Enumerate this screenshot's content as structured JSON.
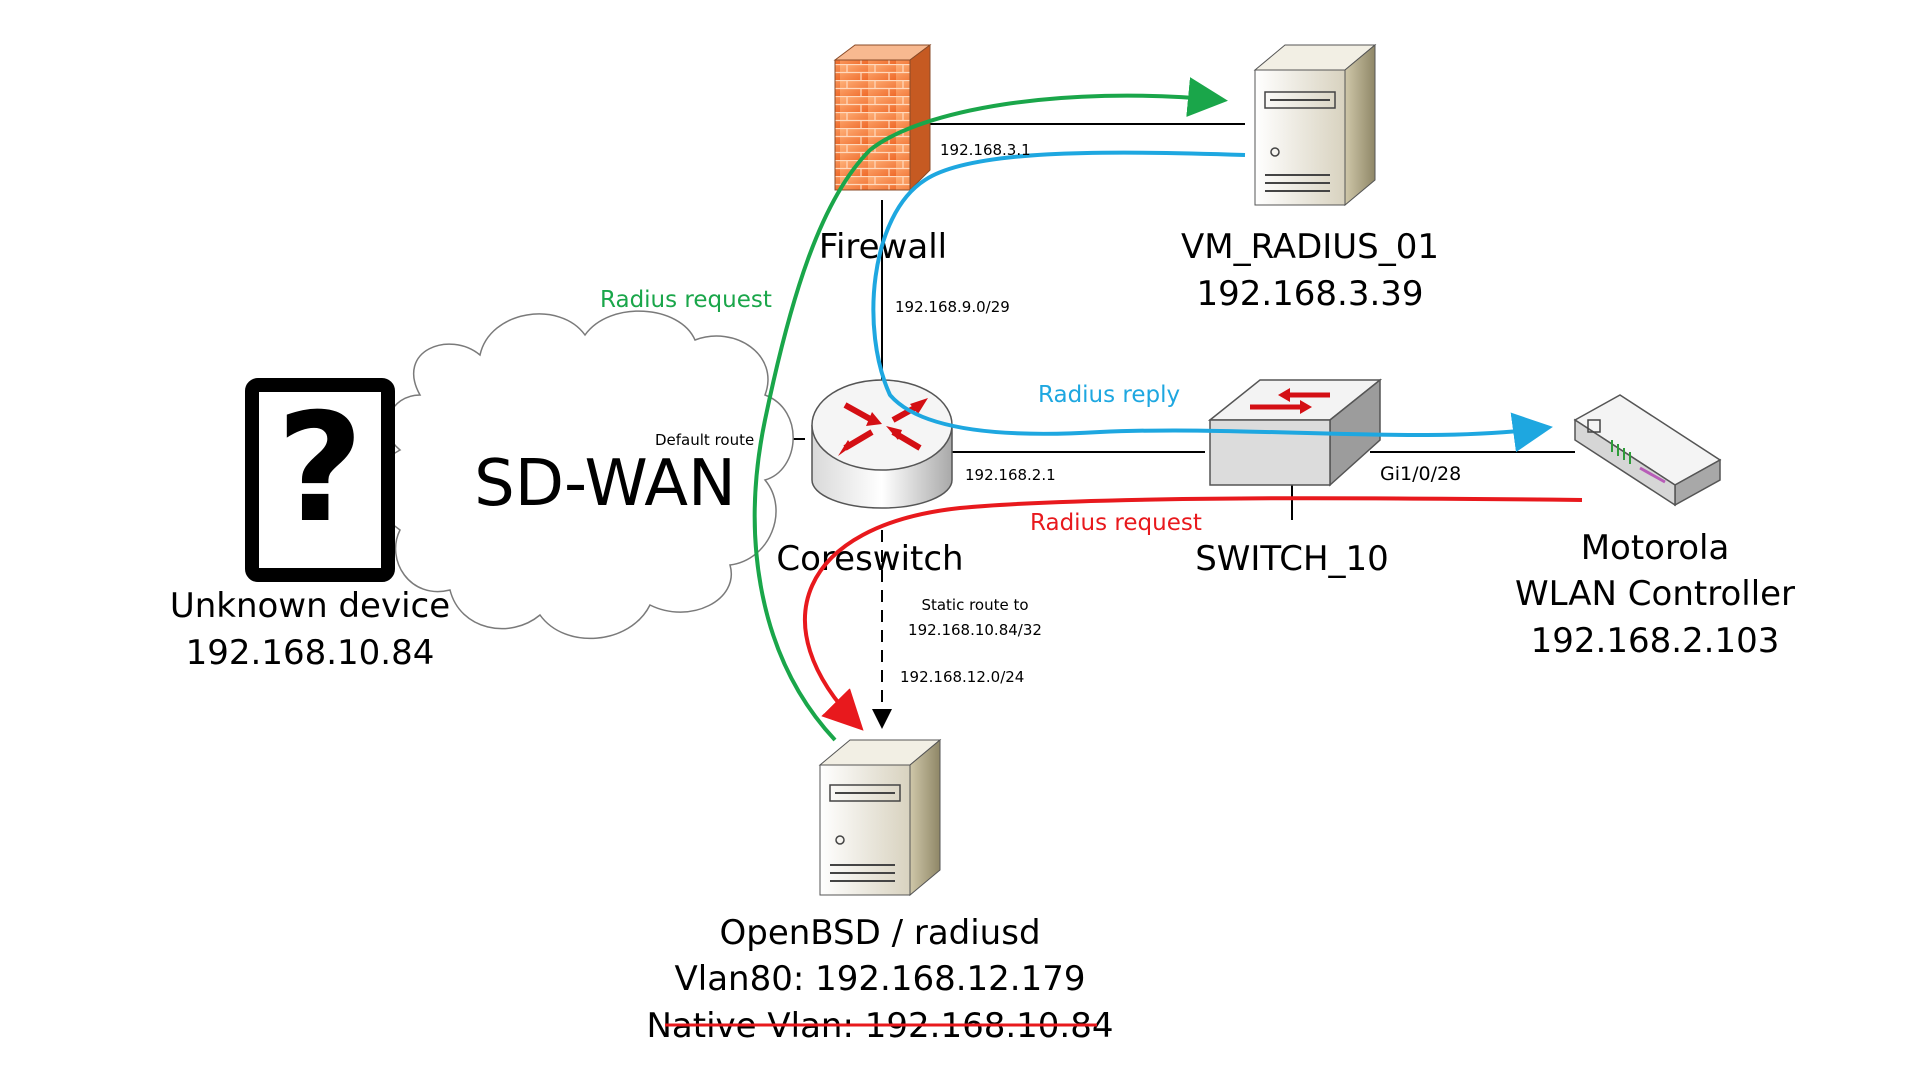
{
  "colors": {
    "request_green": "#1aa64a",
    "reply_blue": "#1ea7e0",
    "request_red": "#e8191d",
    "router_arrow": "#d40f14",
    "firewall": "#f0783a"
  },
  "icons": {
    "unknown_device": "question-mark-device-icon",
    "sdwan": "cloud-icon",
    "firewall": "firewall-brick-icon",
    "radius_server": "tower-server-icon",
    "coreswitch": "router-icon",
    "switch10": "switch-icon",
    "wlan_controller": "wlan-controller-icon",
    "openbsd": "tower-server-icon"
  },
  "nodes": {
    "unknown_device": {
      "name": "Unknown device",
      "ip": "192.168.10.84"
    },
    "sdwan": {
      "name": "SD-WAN"
    },
    "firewall": {
      "name": "Firewall"
    },
    "radius_server": {
      "name": "VM_RADIUS_01",
      "ip": "192.168.3.39"
    },
    "coreswitch": {
      "name": "Coreswitch"
    },
    "switch10": {
      "name": "SWITCH_10"
    },
    "wlan_controller": {
      "line1": "Motorola",
      "line2": "WLAN Controller",
      "ip": "192.168.2.103"
    },
    "openbsd": {
      "name": "OpenBSD / radiusd",
      "vlan80": "Vlan80: 192.168.12.179",
      "native_vlan_struck": "Native Vlan: 192.168.10.84"
    }
  },
  "links": {
    "fw_radius_ip": "192.168.3.1",
    "fw_core_net": "192.168.9.0/29",
    "core_default_route": "Default  route",
    "core_switch_ip": "192.168.2.1",
    "switch_port": "Gi1/0/28",
    "static_route_line1": "Static route to",
    "static_route_line2": "192.168.10.84/32",
    "openbsd_net": "192.168.12.0/24"
  },
  "flows": {
    "green_label": "Radius request",
    "blue_label": "Radius reply",
    "red_label": "Radius request"
  }
}
